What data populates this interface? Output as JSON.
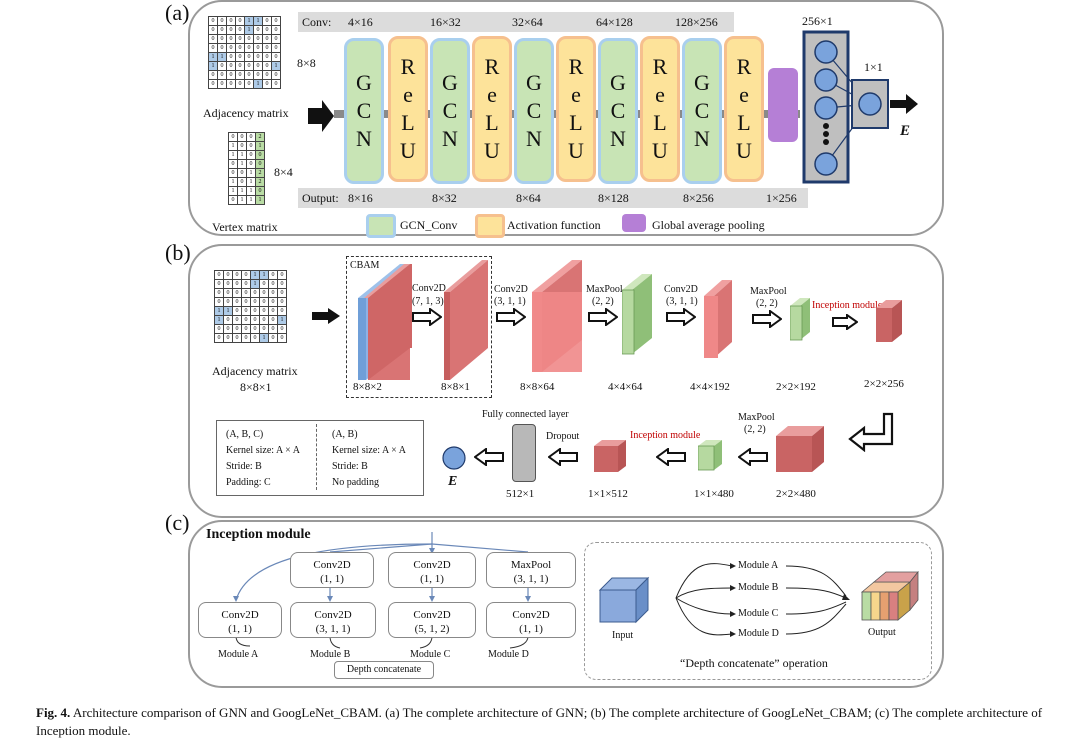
{
  "panel_a": {
    "label": "(a)",
    "adj_label": "Adjacency matrix",
    "adj_size": "8×8",
    "vertex_label": "Vertex matrix",
    "vertex_size": "8×4",
    "conv_title": "Conv:",
    "output_title": "Output:",
    "conv_dims": [
      "4×16",
      "16×32",
      "32×64",
      "64×128",
      "128×256"
    ],
    "output_dims": [
      "8×16",
      "8×32",
      "8×64",
      "8×128",
      "8×256",
      "1×256"
    ],
    "gcn_letters": [
      "G",
      "C",
      "N"
    ],
    "relu_letters": [
      "R",
      "e",
      "L",
      "U"
    ],
    "fc_top": "256×1",
    "fc_out": "1×1",
    "energy": "E",
    "legend": [
      "GCN_Conv",
      "Activation function",
      "Global average pooling"
    ],
    "colors": {
      "gcn_fill": "#c8e4b5",
      "gcn_border": "#a9cfee",
      "relu_fill": "#fde39a",
      "relu_border": "#f6c08e",
      "pool": "#b57fd6",
      "node": "#7aa3dc"
    }
  },
  "adjacency_matrix": [
    [
      "0",
      "0",
      "0",
      "0",
      "1",
      "1",
      "0",
      "0"
    ],
    [
      "0",
      "0",
      "0",
      "0",
      "1",
      "0",
      "0",
      "0"
    ],
    [
      "0",
      "0",
      "0",
      "0",
      "0",
      "0",
      "0",
      "0"
    ],
    [
      "0",
      "0",
      "0",
      "0",
      "0",
      "0",
      "0",
      "0"
    ],
    [
      "1",
      "1",
      "0",
      "0",
      "0",
      "0",
      "0",
      "0"
    ],
    [
      "1",
      "0",
      "0",
      "0",
      "0",
      "0",
      "0",
      "1"
    ],
    [
      "0",
      "0",
      "0",
      "0",
      "0",
      "0",
      "0",
      "0"
    ],
    [
      "0",
      "0",
      "0",
      "0",
      "0",
      "1",
      "0",
      "0"
    ]
  ],
  "vertex_matrix": [
    [
      "0",
      "0",
      "0",
      "2"
    ],
    [
      "1",
      "0",
      "0",
      "1"
    ],
    [
      "1",
      "1",
      "0",
      "0"
    ],
    [
      "0",
      "1",
      "0",
      "0"
    ],
    [
      "0",
      "0",
      "1",
      "2"
    ],
    [
      "1",
      "0",
      "1",
      "2"
    ],
    [
      "1",
      "1",
      "1",
      "0"
    ],
    [
      "0",
      "1",
      "1",
      "1"
    ]
  ],
  "panel_b": {
    "label": "(b)",
    "adj_label": "Adjacency matrix",
    "adj_size": "8×8×1",
    "cbam": "CBAM",
    "conv1": "Conv2D",
    "conv1_p": "(7, 1, 3)",
    "conv2": "Conv2D",
    "conv2_p": "(3, 1, 1)",
    "pool1": "MaxPool",
    "pool1_p": "(2, 2)",
    "conv3": "Conv2D",
    "conv3_p": "(3, 1, 1)",
    "pool2": "MaxPool",
    "pool2_p": "(2, 2)",
    "inception": "Inception module",
    "sizes_top": [
      "8×8×2",
      "8×8×1",
      "8×8×64",
      "4×4×64",
      "4×4×192",
      "2×2×192",
      "2×2×256"
    ],
    "sizes_bottom": [
      "2×2×480",
      "1×1×480",
      "1×1×512",
      "512×1"
    ],
    "pool3": "MaxPool",
    "pool3_p": "(2, 2)",
    "inception2": "Inception module",
    "dropout": "Dropout",
    "fc": "Fully connected layer",
    "energy": "E",
    "legend_left": [
      "(A, B, C)",
      "Kernel size: A × A",
      "Stride: B",
      "Padding: C"
    ],
    "legend_right": [
      "(A, B)",
      "Kernel size: A × A",
      "Stride: B",
      "No padding"
    ]
  },
  "panel_c": {
    "label": "(c)",
    "title": "Inception module",
    "top_boxes": [
      [
        "Conv2D",
        "(1, 1)"
      ],
      [
        "Conv2D",
        "(1, 1)"
      ],
      [
        "MaxPool",
        "(3, 1, 1)"
      ]
    ],
    "bottom_boxes": [
      [
        "Conv2D",
        "(1, 1)"
      ],
      [
        "Conv2D",
        "(3, 1, 1)"
      ],
      [
        "Conv2D",
        "(5, 1, 2)"
      ],
      [
        "Conv2D",
        "(1, 1)"
      ]
    ],
    "modules": [
      "Module A",
      "Module B",
      "Module C",
      "Module D"
    ],
    "concat": "Depth concatenate",
    "input": "Input",
    "output": "Output",
    "op_modules": [
      "Module A",
      "Module B",
      "Module C",
      "Module D"
    ],
    "op_caption": "“Depth concatenate” operation"
  },
  "caption": {
    "lead": "Fig. 4.",
    "text": "Architecture comparison of GNN and GoogLeNet_CBAM. (a) The complete architecture of GNN; (b) The complete architecture of GoogLeNet_CBAM; (c) The complete architecture of Inception module."
  }
}
